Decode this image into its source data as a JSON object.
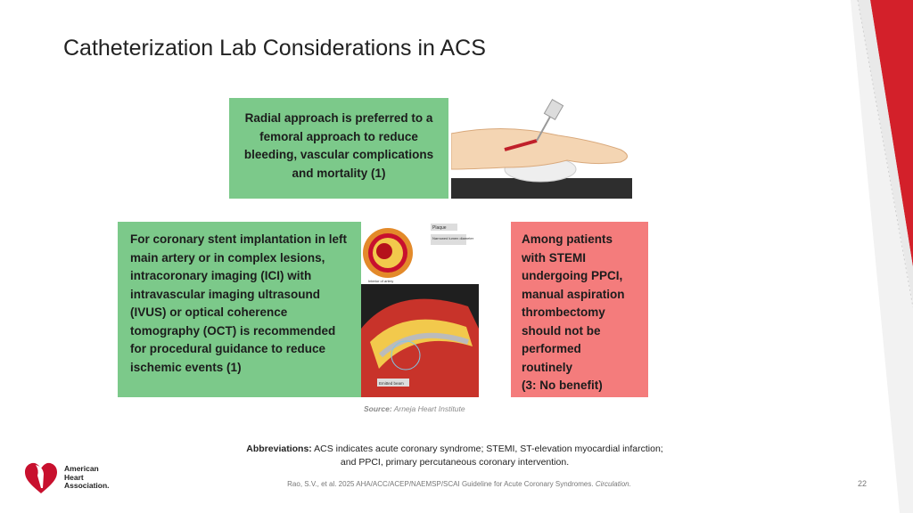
{
  "slide": {
    "title": "Catheterization Lab Considerations in ACS",
    "page_number": "22"
  },
  "boxes": {
    "radial": "Radial approach is preferred to a femoral approach to reduce bleeding, vascular complications and mortality (1)",
    "stent": "For coronary stent implantation in left main artery or in complex lesions, intracoronary imaging (ICI) with intravascular imaging ultrasound (IVUS) or optical coherence tomography (OCT) is recommended for procedural guidance to reduce ischemic events (1)",
    "aspiration_lines": [
      "Among patients",
      "with STEMI",
      "undergoing PPCI,",
      "manual aspiration",
      "thrombectomy",
      "should not be",
      "performed",
      "routinely",
      "(3: No benefit)"
    ]
  },
  "artery_image": {
    "label_plaque": "Plaque",
    "label_narrowed": "Narrowed lumen diameter",
    "label_interior": "Interior of artery",
    "label_emitted": "Emitted beam"
  },
  "source": {
    "label": "Source:",
    "text": "Arneja Heart Institute"
  },
  "abbreviations": {
    "label": "Abbreviations:",
    "line1": "ACS indicates acute coronary syndrome; STEMI, ST-elevation myocardial infarction;",
    "line2": "and PPCI, primary percutaneous coronary intervention."
  },
  "citation": {
    "text": "Rao, S.V., et al. 2025 AHA/ACC/ACEP/NAEMSP/SCAI Guideline for Acute Coronary Syndromes.",
    "journal": "Circulation."
  },
  "logo": {
    "line1": "American",
    "line2": "Heart",
    "line3": "Association."
  },
  "colors": {
    "green": "#7cc98a",
    "red": "#f47c7c",
    "brand_red": "#c8102e"
  }
}
